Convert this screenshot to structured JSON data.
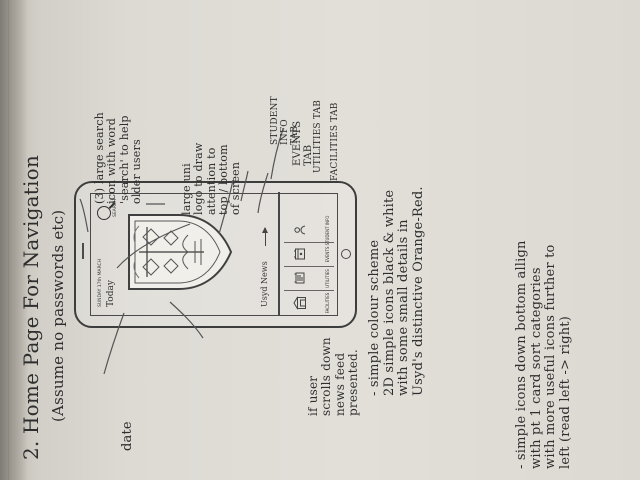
{
  "sheet": {
    "title": "2. Home Page For Navigation",
    "subtitle": "(Assume no passwords etc)"
  },
  "phone": {
    "search_label": "SEARCH",
    "date_label": "SUNDAY 17th MARCH",
    "today_label": "Today",
    "news_label": "Usyd News",
    "tabs": [
      {
        "label": "FACILITIES"
      },
      {
        "label": "UTILITIES"
      },
      {
        "label": "EVENTS"
      },
      {
        "label": "STUDENT INFO"
      }
    ]
  },
  "notes": {
    "search_note": "(3) large search\nicon with word\n'search' to help\nolder users",
    "logo_note": "large uni\nlogo to draw\nattention to\ntop / bottom\nof screen",
    "student_info_tab": "STUDENT\nINFO\nTAB",
    "events_tab": "EVENTS\nTAB",
    "utilities_tab": "UTILITIES TAB",
    "facilities_tab": "FACILITIES TAB",
    "color_note": "- simple colour scheme\n2D simple icons black & white\nwith some small details in\nUsyd's distinctive Orange-Red.",
    "icons_note": "- simple icons down bottom allign\nwith pt 1 card sort categories\nwith more useful icons further to\nleft (read left -> right)",
    "date_note": "date",
    "scroll_note": "if user\nscrolls down\nnews feed\npresented."
  }
}
